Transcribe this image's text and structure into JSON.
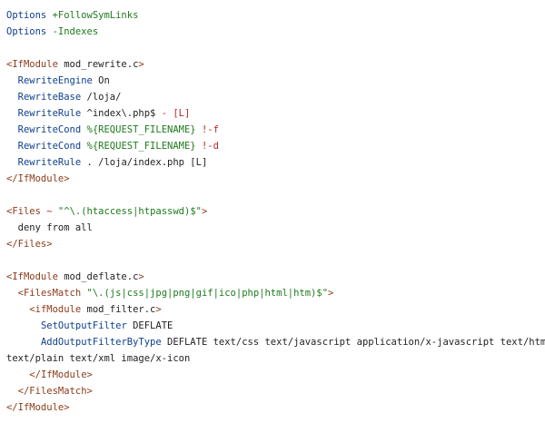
{
  "lines": [
    [
      {
        "c": "kw",
        "t": "Options "
      },
      {
        "c": "str",
        "t": "+FollowSymLinks"
      }
    ],
    [
      {
        "c": "kw",
        "t": "Options "
      },
      {
        "c": "str",
        "t": "-Indexes"
      }
    ],
    [],
    [
      {
        "c": "tag",
        "t": "<IfModule "
      },
      {
        "c": "txt",
        "t": "mod_rewrite.c"
      },
      {
        "c": "tag",
        "t": ">"
      }
    ],
    [
      {
        "c": "txt",
        "t": "  "
      },
      {
        "c": "kw",
        "t": "RewriteEngine "
      },
      {
        "c": "txt",
        "t": "On"
      }
    ],
    [
      {
        "c": "txt",
        "t": "  "
      },
      {
        "c": "kw",
        "t": "RewriteBase "
      },
      {
        "c": "txt",
        "t": "/loja/"
      }
    ],
    [
      {
        "c": "txt",
        "t": "  "
      },
      {
        "c": "kw",
        "t": "RewriteRule "
      },
      {
        "c": "txt",
        "t": "^index\\.php$ "
      },
      {
        "c": "op",
        "t": "- [L]"
      }
    ],
    [
      {
        "c": "txt",
        "t": "  "
      },
      {
        "c": "kw",
        "t": "RewriteCond "
      },
      {
        "c": "str",
        "t": "%{REQUEST_FILENAME}"
      },
      {
        "c": "op",
        "t": " !-f"
      }
    ],
    [
      {
        "c": "txt",
        "t": "  "
      },
      {
        "c": "kw",
        "t": "RewriteCond "
      },
      {
        "c": "str",
        "t": "%{REQUEST_FILENAME}"
      },
      {
        "c": "op",
        "t": " !-d"
      }
    ],
    [
      {
        "c": "txt",
        "t": "  "
      },
      {
        "c": "kw",
        "t": "RewriteRule "
      },
      {
        "c": "txt",
        "t": ". /loja/index.php [L]"
      }
    ],
    [
      {
        "c": "tag",
        "t": "</IfModule>"
      }
    ],
    [],
    [
      {
        "c": "tag",
        "t": "<Files "
      },
      {
        "c": "op",
        "t": "~ "
      },
      {
        "c": "str",
        "t": "\"^\\.(htaccess|htpasswd)$\""
      },
      {
        "c": "tag",
        "t": ">"
      }
    ],
    [
      {
        "c": "txt",
        "t": "  deny from all"
      }
    ],
    [
      {
        "c": "tag",
        "t": "</Files>"
      }
    ],
    [],
    [
      {
        "c": "tag",
        "t": "<IfModule "
      },
      {
        "c": "txt",
        "t": "mod_deflate.c"
      },
      {
        "c": "tag",
        "t": ">"
      }
    ],
    [
      {
        "c": "txt",
        "t": "  "
      },
      {
        "c": "tag",
        "t": "<FilesMatch "
      },
      {
        "c": "str",
        "t": "\"\\.(js|css|jpg|png|gif|ico|php|html|htm)$\""
      },
      {
        "c": "tag",
        "t": ">"
      }
    ],
    [
      {
        "c": "txt",
        "t": "    "
      },
      {
        "c": "tag",
        "t": "<ifModule "
      },
      {
        "c": "txt",
        "t": "mod_filter.c"
      },
      {
        "c": "tag",
        "t": ">"
      }
    ],
    [
      {
        "c": "txt",
        "t": "      "
      },
      {
        "c": "kw",
        "t": "SetOutputFilter "
      },
      {
        "c": "txt",
        "t": "DEFLATE"
      }
    ],
    [
      {
        "c": "txt",
        "t": "      "
      },
      {
        "c": "kw",
        "t": "AddOutputFilterByType "
      },
      {
        "c": "txt",
        "t": "DEFLATE text/css text/javascript application/x-javascript text/html"
      }
    ],
    [
      {
        "c": "txt",
        "t": "text/plain text/xml image/x-icon"
      }
    ],
    [
      {
        "c": "txt",
        "t": "    "
      },
      {
        "c": "tag",
        "t": "</IfModule>"
      }
    ],
    [
      {
        "c": "txt",
        "t": "  "
      },
      {
        "c": "tag",
        "t": "</FilesMatch>"
      }
    ],
    [
      {
        "c": "tag",
        "t": "</IfModule>"
      }
    ]
  ],
  "colors": {
    "directive": "#0f3f8c",
    "tag": "#8b3b1a",
    "string": "#1e7a1e",
    "operator": "#b02a2a",
    "text": "#1f1f1f",
    "background": "#ffffff"
  }
}
